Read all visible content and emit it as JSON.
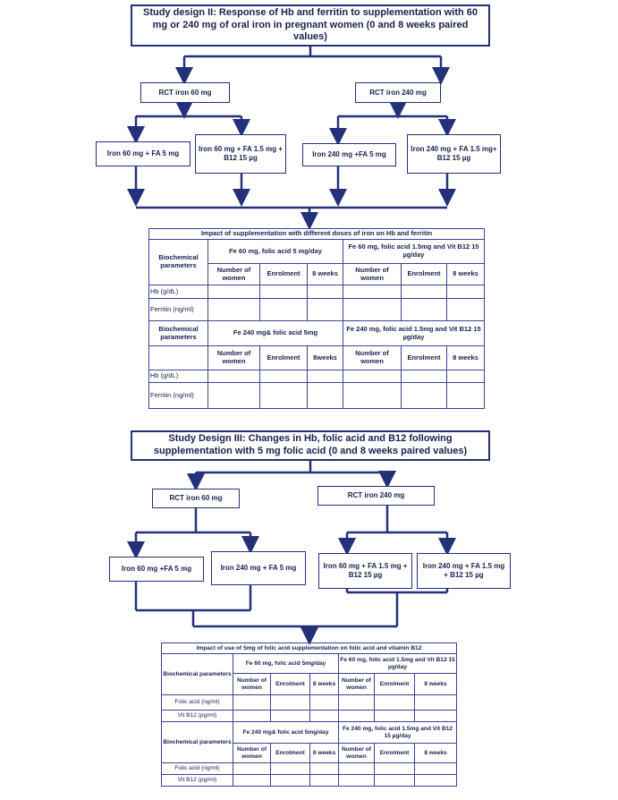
{
  "design2": {
    "title": "Study design II: Response of Hb and ferritin to supplementation with 60 mg or 240 mg of oral iron in pregnant women (0 and 8 weeks paired values)",
    "rct_60": "RCT iron 60 mg",
    "rct_240": "RCT iron 240 mg",
    "arms": [
      "Iron 60 mg + FA 5 mg",
      "Iron 60 mg + FA 1.5 mg + B12 15 µg",
      "Iron 240 mg +FA 5 mg",
      "Iron 240 mg + FA 1.5 mg+ B12 15 µg"
    ],
    "table": {
      "title": "Impact of supplementation with different doses of iron on Hb and ferritin",
      "param_header": "Biochemical parameters",
      "group1": "Fe 60 mg, folic acid 5 mg/day",
      "group2": "Fe 60 mg, folic acid 1.5mg and Vit B12 15 µg/day",
      "group3": "Fe 240 mg& folic acid 5mg",
      "group4": "Fe 240 mg, folic acid 1.5mg and Vit B12 15 µg/day",
      "cols_top": [
        "Number of women",
        "Enrolment",
        "8 weeks",
        "Number of women",
        "Enrolment",
        "8 weeks"
      ],
      "cols_bottom": [
        "Number of women",
        "Enrolment",
        "8weeks",
        "Number of women",
        "Enrolment",
        "8 weeks"
      ],
      "rows": [
        "Hb (g/dL)",
        "Ferritin (ng/ml)"
      ]
    }
  },
  "design3": {
    "title": "Study Design III: Changes in Hb, folic acid and B12 following supplementation with 5 mg folic acid (0 and 8 weeks paired values)",
    "rct_60": "RCT iron 60 mg",
    "rct_240": "RCT iron 240 mg",
    "arms": [
      "Iron 60 mg +FA 5 mg",
      "Iron 240 mg + FA 5 mg",
      "Iron 60 mg + FA 1.5 mg + B12 15 µg",
      "Iron 240 mg + FA 1.5 mg + B12 15 µg"
    ],
    "table": {
      "title": "Impact of use of 5mg of folic acid supplementation on folic acid and vitamin B12",
      "param_header": "Biochemical parameters",
      "group1": "Fe 60 mg, folic acid 5mg/day",
      "group2": "Fe 60 mg, folic acid 1.5mg and Vit B12 15 µg/day",
      "group3": "Fe 240 mg& folic acid 5mg/day",
      "group4": "Fe 240 mg, folic acid 1.5mg and Vit B12 15 µg/day",
      "cols": [
        "Number of women",
        "Enrolment",
        "8 weeks",
        "Number of women",
        "Enrolment",
        "8 weeks"
      ],
      "rows": [
        "Folic acid (ng/ml)",
        "Vit B12 (pg/ml)"
      ]
    }
  },
  "colors": {
    "line": "#24307a",
    "text": "#1a1f4f"
  }
}
